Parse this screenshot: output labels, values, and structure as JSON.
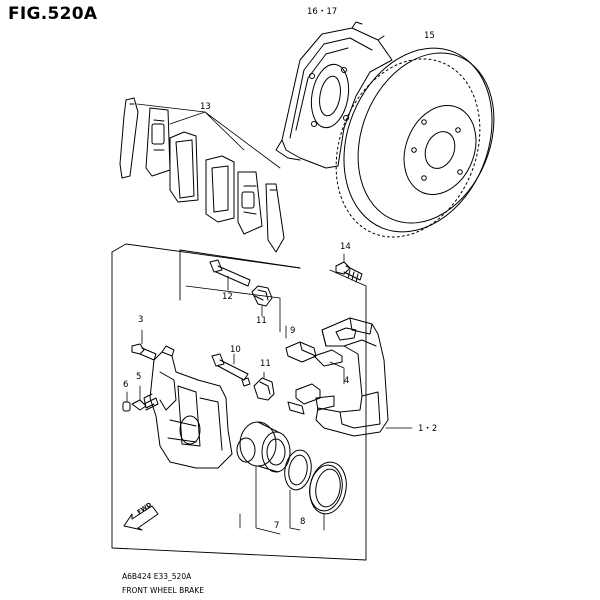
{
  "figure": {
    "title": "FIG.520A",
    "code": "A6B424 E33_520A",
    "caption": "FRONT WHEEL BRAKE"
  },
  "callouts": {
    "c1617": "16・17",
    "c15": "15",
    "c13": "13",
    "c14": "14",
    "c12": "12",
    "c11a": "11",
    "c9": "9",
    "c10": "10",
    "c11b": "11",
    "c3": "3",
    "c5": "5",
    "c6": "6",
    "c4": "4",
    "c12b": "1・2",
    "c7": "7",
    "c8": "8"
  },
  "fwd_arrow": {
    "label": "FWD"
  }
}
